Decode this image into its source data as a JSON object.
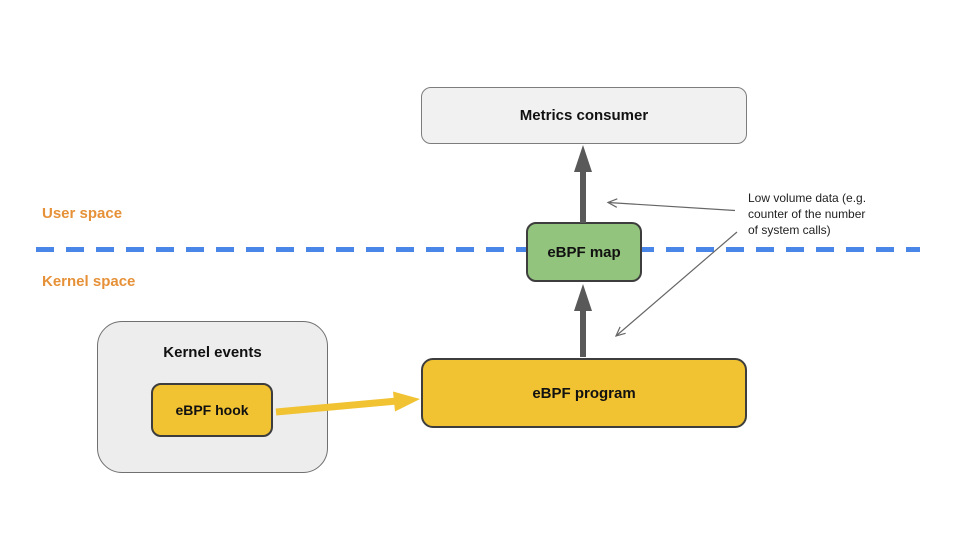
{
  "diagram": {
    "regions": {
      "user_space": {
        "label": "User space"
      },
      "kernel_space": {
        "label": "Kernel space"
      }
    },
    "nodes": {
      "metrics_consumer": {
        "label": "Metrics consumer",
        "fill": "#f1f1f1"
      },
      "ebpf_map": {
        "label": "eBPF map",
        "fill": "#93c47d"
      },
      "ebpf_program": {
        "label": "eBPF program",
        "fill": "#f1c232"
      },
      "kernel_events": {
        "label": "Kernel events",
        "fill": "#ededed"
      },
      "ebpf_hook": {
        "label": "eBPF hook",
        "fill": "#f1c232"
      }
    },
    "annotation": {
      "text": "Low volume data (e.g. counter of the number of system calls)",
      "lines": [
        "Low volume data (e.g.",
        "counter of the number",
        "of system calls)"
      ]
    },
    "edges": [
      {
        "from": "ebpf_map",
        "to": "metrics_consumer",
        "style": "thick",
        "color": "#595959"
      },
      {
        "from": "ebpf_program",
        "to": "ebpf_map",
        "style": "thick",
        "color": "#595959"
      },
      {
        "from": "ebpf_hook",
        "to": "ebpf_program",
        "style": "thick",
        "color": "#f1c232"
      },
      {
        "from": "annotation",
        "to": "map_to_consumer_arrow",
        "style": "thin",
        "color": "#666666"
      },
      {
        "from": "annotation",
        "to": "program_to_map_arrow",
        "style": "thin",
        "color": "#666666"
      }
    ],
    "colors": {
      "space_label": "#e69138",
      "boundary_line": "#4a86e8",
      "dark_border": "#3d3d3d",
      "gray_border": "#7d7d7d",
      "thick_arrow": "#595959",
      "yellow_arrow": "#f1c232",
      "thin_arrow": "#666666"
    }
  }
}
